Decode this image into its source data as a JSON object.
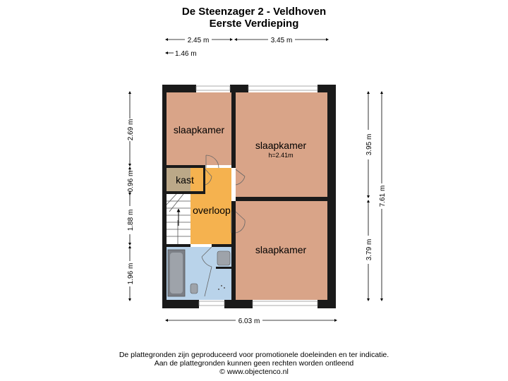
{
  "header": {
    "title": "De Steenzager 2 - Veldhoven",
    "subtitle": "Eerste Verdieping"
  },
  "rooms": {
    "bedroom_top_left": "slaapkamer",
    "bedroom_top_right": "slaapkamer",
    "ceiling_height": "h=2.41m",
    "closet": "kast",
    "landing": "overloop",
    "bedroom_bottom_right": "slaapkamer"
  },
  "dimensions": {
    "top_left": "2.45 m",
    "top_right": "3.45 m",
    "top_small": "1.46 m",
    "left_1": "2.69 m",
    "left_2": "0.96 m",
    "left_3": "1.88 m",
    "left_4": "1.96 m",
    "right_top": "3.95 m",
    "right_bottom": "3.79 m",
    "right_total": "7.61 m",
    "bottom_total": "6.03 m"
  },
  "colors": {
    "bedroom": "#d9a488",
    "closet": "#bba888",
    "landing": "#f5b24f",
    "bathroom": "#b9d3ea",
    "wall": "#1a1a1a",
    "stairs": "#ffffff"
  },
  "footer": {
    "line1": "De plattegronden zijn geproduceerd voor promotionele doeleinden en ter indicatie.",
    "line2": "Aan de plattegronden kunnen geen rechten worden ontleend",
    "line3": "© www.objectenco.nl"
  }
}
